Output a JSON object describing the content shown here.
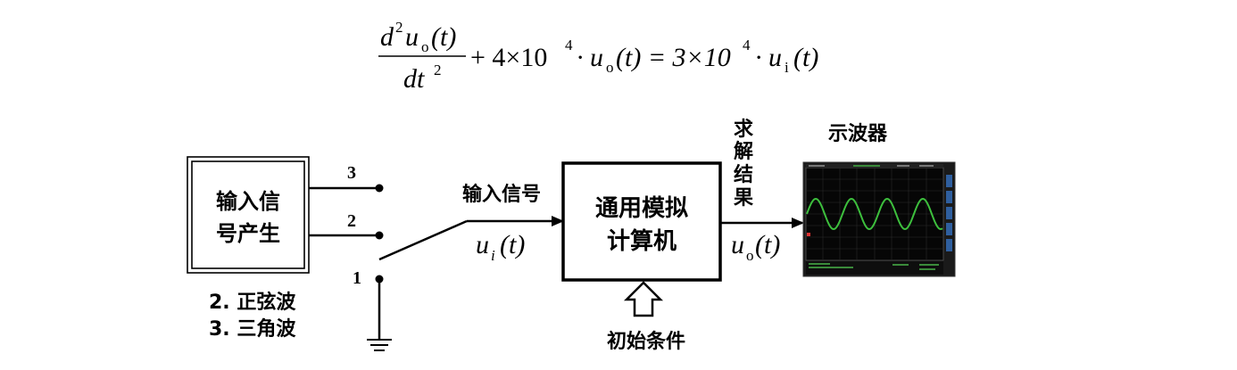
{
  "equation": {
    "frac_num_d": "d",
    "frac_num_exp": "2",
    "frac_num_u": "u",
    "frac_num_sub": "o",
    "frac_num_arg": "(t)",
    "frac_den_dt": "dt",
    "frac_den_exp": "2",
    "plus_coef": "+ 4×10",
    "plus_exp": "4",
    "mid_dot_u": "· u",
    "mid_sub": "o",
    "mid_arg": "(t) = 3×10",
    "rhs_exp": "4",
    "rhs_dot_u": "· u",
    "rhs_sub": "i",
    "rhs_arg": "(t)"
  },
  "generator": {
    "line1": "输入信",
    "line2": "号产生"
  },
  "switch": {
    "terminal_3": "3",
    "terminal_2": "2",
    "terminal_1": "1"
  },
  "legend": {
    "item_2": "2. 正弦波",
    "item_3": "3. 三角波"
  },
  "input_signal": {
    "label": "输入信号",
    "symbol_u": "u",
    "symbol_sub": "i",
    "symbol_arg": "(t)"
  },
  "computer": {
    "line1": "通用模拟",
    "line2": "计算机"
  },
  "initial_conditions": {
    "label": "初始条件"
  },
  "result": {
    "chars": [
      "求",
      "解",
      "结",
      "果"
    ],
    "symbol_u": "u",
    "symbol_sub": "o",
    "symbol_arg": "(t)"
  },
  "oscilloscope": {
    "title": "示波器",
    "trace_color": "#3dbf3d",
    "screen_color": "#0a0a0a"
  }
}
